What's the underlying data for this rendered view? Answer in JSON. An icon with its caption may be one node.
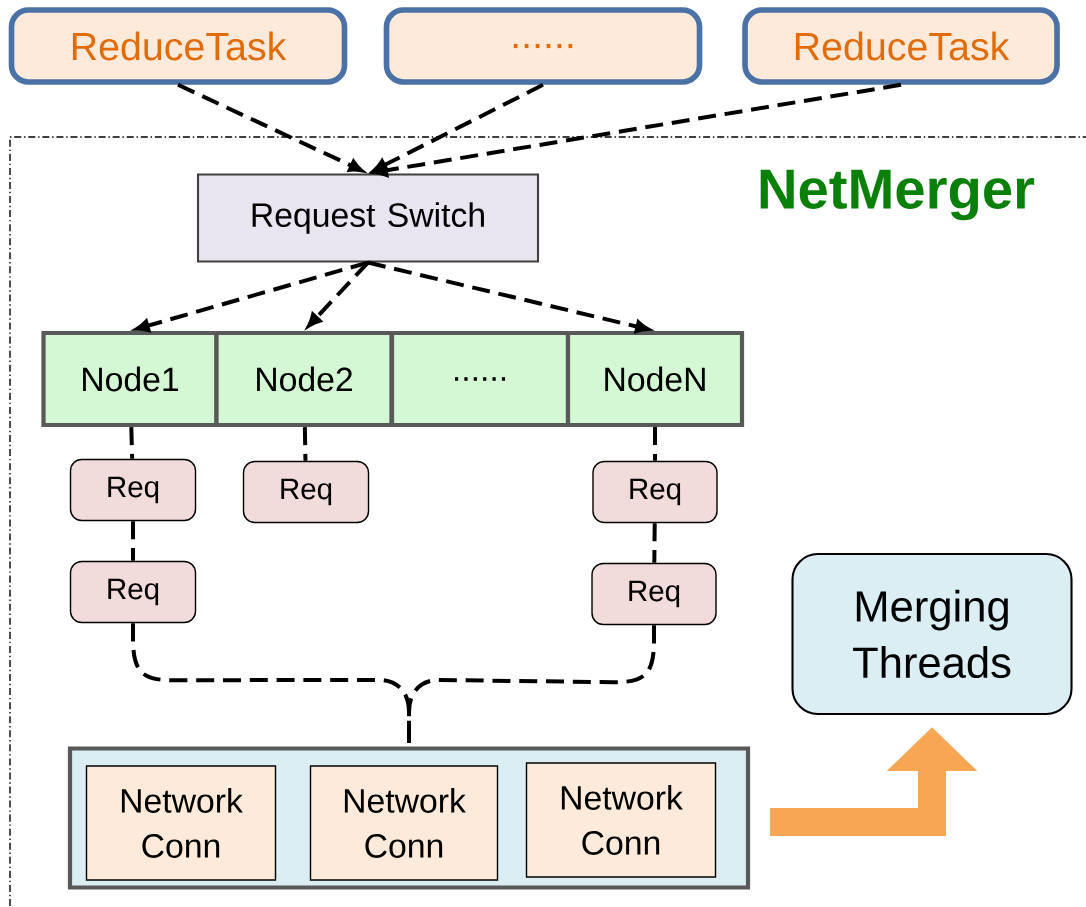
{
  "diagram": {
    "nodes": [
      {
        "text": [
          "ReduceTask"
        ]
      },
      {
        "text": [
          "......"
        ]
      },
      {
        "text": [
          "ReduceTask"
        ]
      },
      {
        "text": [
          "NetMerger"
        ]
      },
      {
        "text": [
          "Request Switch"
        ],
        "in": 3
      },
      {
        "text": [
          "Node1"
        ],
        "in": 3
      },
      {
        "text": [
          "Node2"
        ],
        "in": 3
      },
      {
        "text": [
          "......"
        ],
        "in": 3
      },
      {
        "text": [
          "NodeN"
        ],
        "in": 3
      },
      {
        "text": [
          "Req"
        ],
        "in": 3
      },
      {
        "text": [
          "Req"
        ],
        "in": 3
      },
      {
        "text": [
          "Req"
        ],
        "in": 3
      },
      {
        "text": [
          "Req"
        ],
        "in": 3
      },
      {
        "text": [
          "Req"
        ],
        "in": 3
      },
      {
        "text": [
          "Merging Threads"
        ],
        "in": 3
      },
      {
        "text": [],
        "shape": "box",
        "in": 3
      },
      {
        "text": [
          "Network Conn"
        ],
        "in": 15
      },
      {
        "text": [
          "Network Conn"
        ],
        "in": 15
      },
      {
        "text": [
          "Network Conn"
        ],
        "in": 15
      }
    ],
    "edges": [
      {
        "from": 0,
        "to": 4,
        "arrow": "to",
        "style": "dashed"
      },
      {
        "from": 1,
        "to": 4,
        "arrow": "to",
        "style": "dashed"
      },
      {
        "from": 2,
        "to": 4,
        "arrow": "to",
        "style": "dashed"
      },
      {
        "from": 4,
        "to": 5,
        "arrow": "to",
        "style": "dashed"
      },
      {
        "from": 4,
        "to": 6,
        "arrow": "to",
        "style": "dashed"
      },
      {
        "from": 4,
        "to": 8,
        "arrow": "to",
        "style": "dashed"
      },
      {
        "from": 5,
        "to": 9,
        "arrow": "none",
        "style": "dashed"
      },
      {
        "from": 6,
        "to": 10,
        "arrow": "none",
        "style": "dashed"
      },
      {
        "from": 8,
        "to": 11,
        "arrow": "none",
        "style": "dashed"
      },
      {
        "from": 9,
        "to": 12,
        "arrow": "none",
        "style": "dashed"
      },
      {
        "from": 11,
        "to": 13,
        "arrow": "none",
        "style": "dashed"
      },
      {
        "from": 12,
        "to": 15,
        "arrow": "none",
        "style": "dashed"
      },
      {
        "from": 13,
        "to": 15,
        "arrow": "none",
        "style": "dashed"
      },
      {
        "from": 15,
        "to": 14,
        "arrow": "to",
        "style": "thick",
        "color": "#f7a654"
      }
    ]
  }
}
